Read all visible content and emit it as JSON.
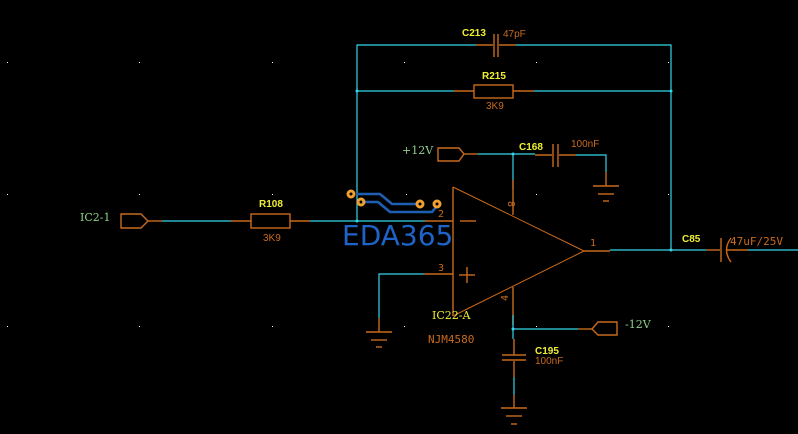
{
  "schematic": {
    "colors": {
      "background": "#000000",
      "wire": "#33d6e8",
      "component": "#c86a1e",
      "reference": "#f0f032",
      "net_label": "#8ed08e",
      "logo": "#1e64c8",
      "pad": "#f0a030"
    },
    "watermark": "EDA365",
    "net_labels": {
      "input": "IC2-1",
      "positive_supply": "+12V",
      "negative_supply": "-12V"
    },
    "components": {
      "C213": {
        "ref": "C213",
        "value": "47pF"
      },
      "R215": {
        "ref": "R215",
        "value": "3K9"
      },
      "C168": {
        "ref": "C168",
        "value": "100nF"
      },
      "R108": {
        "ref": "R108",
        "value": "3K9"
      },
      "C85": {
        "ref": "C85",
        "value": "47uF/25V"
      },
      "C195": {
        "ref": "C195",
        "value": "100nF"
      },
      "IC22": {
        "ref": "IC22-A",
        "value": "NJM4580"
      }
    },
    "opamp_pins": {
      "inverting": "2",
      "non_inverting": "3",
      "output": "1",
      "vplus": "8",
      "vminus": "4"
    },
    "opamp_symbols": {
      "minus": "−",
      "plus": "+"
    }
  }
}
